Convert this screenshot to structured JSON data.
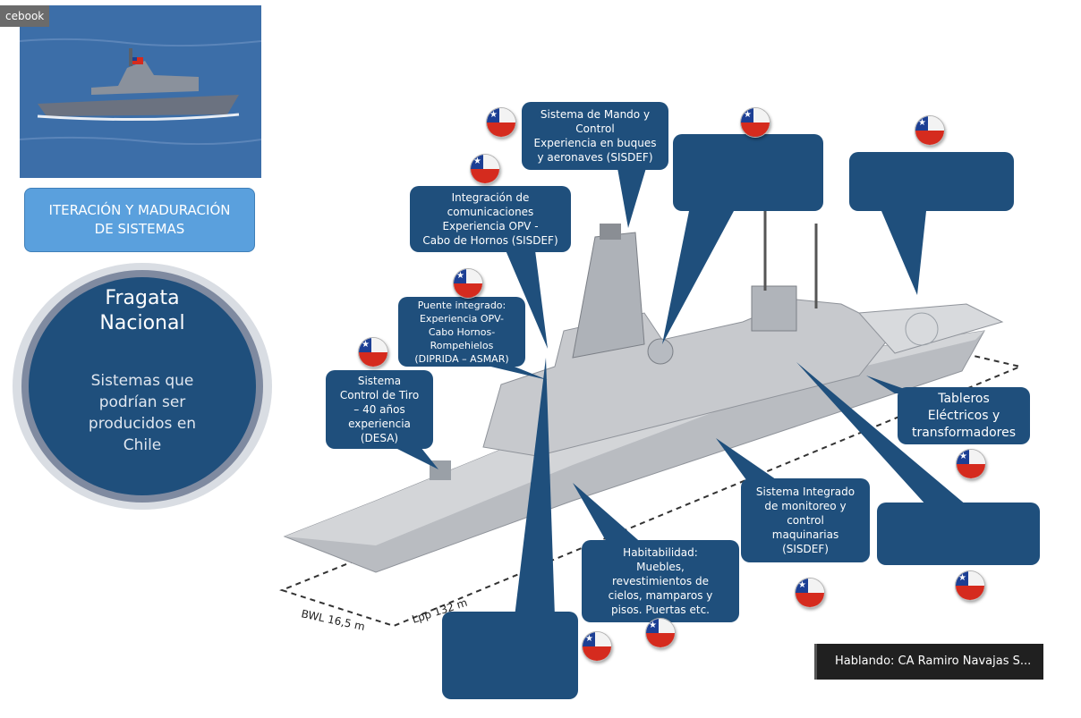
{
  "facebook_tag": "cebook",
  "pill_label": "ITERACIÓN Y MADURACIÓN\nDE SISTEMAS",
  "main_disc": {
    "title": "Fragata\nNacional",
    "subtitle": "Sistemas que\npodrían ser\nproducidos en\nChile"
  },
  "callouts": {
    "mando_control": "Sistema de Mando y\nControl\nExperiencia en buques\ny aeronaves (SISDEF)",
    "comunicaciones": "Integración de\ncomunicaciones\nExperiencia OPV -\nCabo de Hornos (SISDEF)",
    "puente": "Puente integrado:\nExperiencia OPV-\nCabo Hornos-\nRompehielos\n(DIPRIDA – ASMAR)",
    "control_tiro": "Sistema\nControl de Tiro\n– 40 años\nexperiencia\n(DESA)",
    "habitabilidad": "Habitabilidad:\nMuebles,\nrevestimientos de\ncielos, mamparos y\npisos. Puertas etc.",
    "monitoreo": "Sistema Integrado\nde monitoreo y\ncontrol\nmaquinarias\n(SISDEF)",
    "tableros": "Tableros\nEléctricos y\ntransformadores",
    "blank_1": "",
    "blank_2": "",
    "blank_3": "",
    "blank_4": ""
  },
  "dimensions": {
    "bwl": "BWL 16,5 m",
    "lpp": "Lpp 132 m"
  },
  "speaking_label": "Hablando: CA Ramiro Navajas S...",
  "colors": {
    "callout_fill": "#1f4f7c",
    "pill_fill": "#5aa0dd",
    "flag_red": "#d52b1e",
    "flag_blue": "#1c3f94"
  }
}
